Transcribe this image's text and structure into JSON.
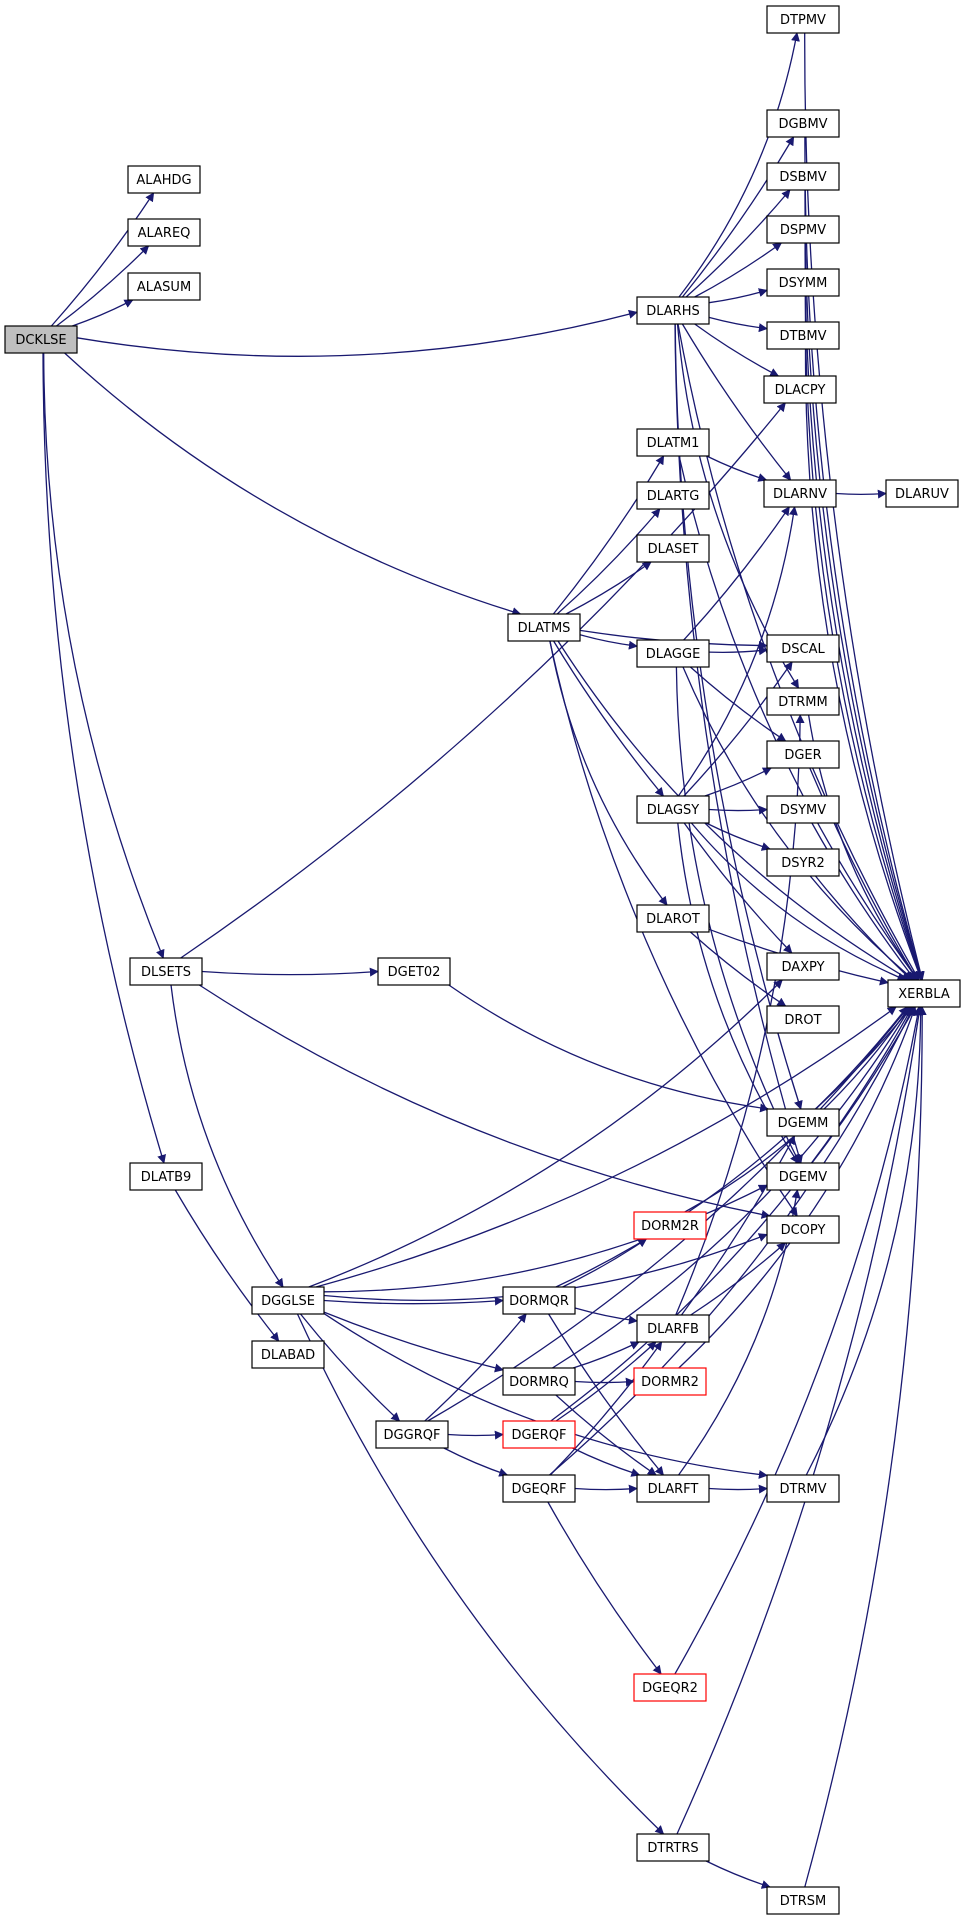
{
  "diagram": {
    "colors": {
      "edge": "#191970",
      "root_fill": "#bfbfbf",
      "node_fill": "#ffffff",
      "node_border": "#000000",
      "incomplete_border": "#ff0000"
    },
    "nodes": [
      {
        "id": "DCKLSE",
        "label": "DCKLSE",
        "style": "root"
      },
      {
        "id": "ALAHDG",
        "label": "ALAHDG",
        "style": "normal"
      },
      {
        "id": "ALAREQ",
        "label": "ALAREQ",
        "style": "normal"
      },
      {
        "id": "ALASUM",
        "label": "ALASUM",
        "style": "normal"
      },
      {
        "id": "DLSETS",
        "label": "DLSETS",
        "style": "normal"
      },
      {
        "id": "DLATB9",
        "label": "DLATB9",
        "style": "normal"
      },
      {
        "id": "DGET02",
        "label": "DGET02",
        "style": "normal"
      },
      {
        "id": "DGGLSE",
        "label": "DGGLSE",
        "style": "normal"
      },
      {
        "id": "DLABAD",
        "label": "DLABAD",
        "style": "normal"
      },
      {
        "id": "DGGRQF",
        "label": "DGGRQF",
        "style": "normal"
      },
      {
        "id": "DLATMS",
        "label": "DLATMS",
        "style": "normal"
      },
      {
        "id": "DORMQR",
        "label": "DORMQR",
        "style": "normal"
      },
      {
        "id": "DORMRQ",
        "label": "DORMRQ",
        "style": "normal"
      },
      {
        "id": "DGERQF",
        "label": "DGERQF",
        "style": "incomplete"
      },
      {
        "id": "DGEQRF",
        "label": "DGEQRF",
        "style": "normal"
      },
      {
        "id": "DLARHS",
        "label": "DLARHS",
        "style": "normal"
      },
      {
        "id": "DLATM1",
        "label": "DLATM1",
        "style": "normal"
      },
      {
        "id": "DLARTG",
        "label": "DLARTG",
        "style": "normal"
      },
      {
        "id": "DLASET",
        "label": "DLASET",
        "style": "normal"
      },
      {
        "id": "DLAGGE",
        "label": "DLAGGE",
        "style": "normal"
      },
      {
        "id": "DLAGSY",
        "label": "DLAGSY",
        "style": "normal"
      },
      {
        "id": "DLAROT",
        "label": "DLAROT",
        "style": "normal"
      },
      {
        "id": "DORM2R",
        "label": "DORM2R",
        "style": "incomplete"
      },
      {
        "id": "DLARFB",
        "label": "DLARFB",
        "style": "normal"
      },
      {
        "id": "DORMR2",
        "label": "DORMR2",
        "style": "incomplete"
      },
      {
        "id": "DLARFT",
        "label": "DLARFT",
        "style": "normal"
      },
      {
        "id": "DGEQR2",
        "label": "DGEQR2",
        "style": "incomplete"
      },
      {
        "id": "DTRTRS",
        "label": "DTRTRS",
        "style": "normal"
      },
      {
        "id": "DTPMV",
        "label": "DTPMV",
        "style": "normal"
      },
      {
        "id": "DGBMV",
        "label": "DGBMV",
        "style": "normal"
      },
      {
        "id": "DSBMV",
        "label": "DSBMV",
        "style": "normal"
      },
      {
        "id": "DSPMV",
        "label": "DSPMV",
        "style": "normal"
      },
      {
        "id": "DSYMM",
        "label": "DSYMM",
        "style": "normal"
      },
      {
        "id": "DTBMV",
        "label": "DTBMV",
        "style": "normal"
      },
      {
        "id": "DLACPY",
        "label": "DLACPY",
        "style": "normal"
      },
      {
        "id": "DLARNV",
        "label": "DLARNV",
        "style": "normal"
      },
      {
        "id": "DSCAL",
        "label": "DSCAL",
        "style": "normal"
      },
      {
        "id": "DTRMM",
        "label": "DTRMM",
        "style": "normal"
      },
      {
        "id": "DGER",
        "label": "DGER",
        "style": "normal"
      },
      {
        "id": "DSYMV",
        "label": "DSYMV",
        "style": "normal"
      },
      {
        "id": "DSYR2",
        "label": "DSYR2",
        "style": "normal"
      },
      {
        "id": "DAXPY",
        "label": "DAXPY",
        "style": "normal"
      },
      {
        "id": "DROT",
        "label": "DROT",
        "style": "normal"
      },
      {
        "id": "DGEMM",
        "label": "DGEMM",
        "style": "normal"
      },
      {
        "id": "DGEMV",
        "label": "DGEMV",
        "style": "normal"
      },
      {
        "id": "DCOPY",
        "label": "DCOPY",
        "style": "normal"
      },
      {
        "id": "DTRMV",
        "label": "DTRMV",
        "style": "normal"
      },
      {
        "id": "DTRSM",
        "label": "DTRSM",
        "style": "normal"
      },
      {
        "id": "DLARUV",
        "label": "DLARUV",
        "style": "normal"
      },
      {
        "id": "XERBLA",
        "label": "XERBLA",
        "style": "normal"
      }
    ],
    "edges": [
      [
        "DCKLSE",
        "ALAHDG"
      ],
      [
        "DCKLSE",
        "ALAREQ"
      ],
      [
        "DCKLSE",
        "ALASUM"
      ],
      [
        "DCKLSE",
        "DLARHS"
      ],
      [
        "DCKLSE",
        "DLATMS"
      ],
      [
        "DCKLSE",
        "DLSETS"
      ],
      [
        "DCKLSE",
        "DLATB9"
      ],
      [
        "DLSETS",
        "DLACPY"
      ],
      [
        "DLSETS",
        "DGET02"
      ],
      [
        "DLSETS",
        "DCOPY"
      ],
      [
        "DLSETS",
        "DGGLSE"
      ],
      [
        "DLATB9",
        "DLABAD"
      ],
      [
        "DGET02",
        "DGEMM"
      ],
      [
        "DLARHS",
        "DTPMV"
      ],
      [
        "DLARHS",
        "XERBLA"
      ],
      [
        "DLARHS",
        "DGBMV"
      ],
      [
        "DLARHS",
        "DSBMV"
      ],
      [
        "DLARHS",
        "DSPMV"
      ],
      [
        "DLARHS",
        "DSYMM"
      ],
      [
        "DLARHS",
        "DTBMV"
      ],
      [
        "DLARHS",
        "DLACPY"
      ],
      [
        "DLARHS",
        "DLARNV"
      ],
      [
        "DLARHS",
        "DTRMM"
      ],
      [
        "DLARHS",
        "DGEMM"
      ],
      [
        "DLARHS",
        "DGEMV"
      ],
      [
        "DLATMS",
        "DLATM1"
      ],
      [
        "DLATMS",
        "DLARTG"
      ],
      [
        "DLATMS",
        "DLASET"
      ],
      [
        "DLATMS",
        "DLAGGE"
      ],
      [
        "DLATMS",
        "DSCAL"
      ],
      [
        "DLATMS",
        "DLAGSY"
      ],
      [
        "DLATMS",
        "DLAROT"
      ],
      [
        "DLATMS",
        "DCOPY"
      ],
      [
        "DLATMS",
        "XERBLA"
      ],
      [
        "DLATM1",
        "DLARNV"
      ],
      [
        "DLATM1",
        "XERBLA"
      ],
      [
        "DLAGGE",
        "DLARNV"
      ],
      [
        "DLAGGE",
        "DSCAL"
      ],
      [
        "DLAGGE",
        "DGER"
      ],
      [
        "DLAGGE",
        "DGEMV"
      ],
      [
        "DLAGGE",
        "XERBLA"
      ],
      [
        "DLAGSY",
        "DLARNV"
      ],
      [
        "DLAGSY",
        "DSCAL"
      ],
      [
        "DLAGSY",
        "DGER"
      ],
      [
        "DLAGSY",
        "DSYMV"
      ],
      [
        "DLAGSY",
        "DSYR2"
      ],
      [
        "DLAGSY",
        "DAXPY"
      ],
      [
        "DLAGSY",
        "XERBLA"
      ],
      [
        "DLAGSY",
        "DGEMV"
      ],
      [
        "DLAROT",
        "DROT"
      ],
      [
        "DLAROT",
        "XERBLA"
      ],
      [
        "DGGLSE",
        "DAXPY"
      ],
      [
        "DGGLSE",
        "DGEMV"
      ],
      [
        "DGGLSE",
        "DCOPY"
      ],
      [
        "DGGLSE",
        "DORMQR"
      ],
      [
        "DGGLSE",
        "DORMRQ"
      ],
      [
        "DGGLSE",
        "DGGRQF"
      ],
      [
        "DGGLSE",
        "DTRMV"
      ],
      [
        "DGGLSE",
        "DTRTRS"
      ],
      [
        "DGGLSE",
        "XERBLA"
      ],
      [
        "DGGRQF",
        "DORMQR"
      ],
      [
        "DGGRQF",
        "DGERQF"
      ],
      [
        "DGGRQF",
        "DGEQRF"
      ],
      [
        "DGGRQF",
        "XERBLA"
      ],
      [
        "DORMQR",
        "DORM2R"
      ],
      [
        "DORMQR",
        "DLARFB"
      ],
      [
        "DORMQR",
        "DLARFT"
      ],
      [
        "DORMQR",
        "XERBLA"
      ],
      [
        "DORMRQ",
        "DLARFB"
      ],
      [
        "DORMRQ",
        "DORMR2"
      ],
      [
        "DORMRQ",
        "DLARFT"
      ],
      [
        "DORMRQ",
        "XERBLA"
      ],
      [
        "DGERQF",
        "DLARFB"
      ],
      [
        "DGERQF",
        "DLARFT"
      ],
      [
        "DGERQF",
        "XERBLA"
      ],
      [
        "DGEQRF",
        "DLARFB"
      ],
      [
        "DGEQRF",
        "DLARFT"
      ],
      [
        "DGEQRF",
        "DGEQR2"
      ],
      [
        "DGEQRF",
        "XERBLA"
      ],
      [
        "DORM2R",
        "XERBLA"
      ],
      [
        "DORMR2",
        "XERBLA"
      ],
      [
        "DGEQR2",
        "XERBLA"
      ],
      [
        "DLARFB",
        "DGEMM"
      ],
      [
        "DLARFB",
        "DCOPY"
      ],
      [
        "DLARFB",
        "DTRMM"
      ],
      [
        "DLARFT",
        "DTRMV"
      ],
      [
        "DLARFT",
        "DGEMV"
      ],
      [
        "DTRTRS",
        "DTRSM"
      ],
      [
        "DTRTRS",
        "XERBLA"
      ],
      [
        "DTPMV",
        "XERBLA"
      ],
      [
        "DGBMV",
        "XERBLA"
      ],
      [
        "DSBMV",
        "XERBLA"
      ],
      [
        "DSPMV",
        "XERBLA"
      ],
      [
        "DSYMM",
        "XERBLA"
      ],
      [
        "DTBMV",
        "XERBLA"
      ],
      [
        "DTRMM",
        "XERBLA"
      ],
      [
        "DGER",
        "XERBLA"
      ],
      [
        "DSYMV",
        "XERBLA"
      ],
      [
        "DSYR2",
        "XERBLA"
      ],
      [
        "DGEMM",
        "XERBLA"
      ],
      [
        "DGEMV",
        "XERBLA"
      ],
      [
        "DTRMV",
        "XERBLA"
      ],
      [
        "DTRSM",
        "XERBLA"
      ],
      [
        "DLARNV",
        "DLARUV"
      ]
    ]
  }
}
